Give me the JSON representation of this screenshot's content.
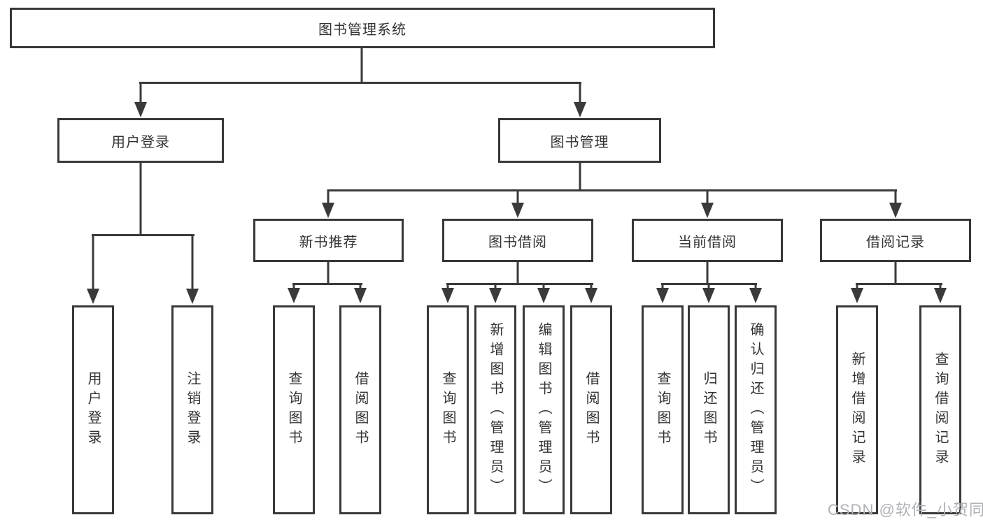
{
  "diagram": {
    "root": {
      "label": "图书管理系统"
    },
    "level2": [
      {
        "label": "用户登录"
      },
      {
        "label": "图书管理"
      }
    ],
    "level3": [
      {
        "label": "新书推荐"
      },
      {
        "label": "图书借阅"
      },
      {
        "label": "当前借阅"
      },
      {
        "label": "借阅记录"
      }
    ],
    "leaves": {
      "user_login": [
        "用户登录",
        "注销登录"
      ],
      "new_book_recommend": [
        "查询图书",
        "借阅图书"
      ],
      "book_borrow": [
        "查询图书",
        "新增图书（管理员）",
        "编辑图书（管理员）",
        "借阅图书"
      ],
      "current_borrow": [
        "查询图书",
        "归还图书",
        "确认归还（管理员）"
      ],
      "borrow_records": [
        "新增借阅记录",
        "查询借阅记录"
      ]
    },
    "watermark": "CSDN @软件_小贺同学",
    "colors": {
      "line": "#3a3a3a",
      "border": "#383838",
      "text": "#333333",
      "watermark": "#aeb1b5",
      "background": "#ffffff"
    }
  }
}
